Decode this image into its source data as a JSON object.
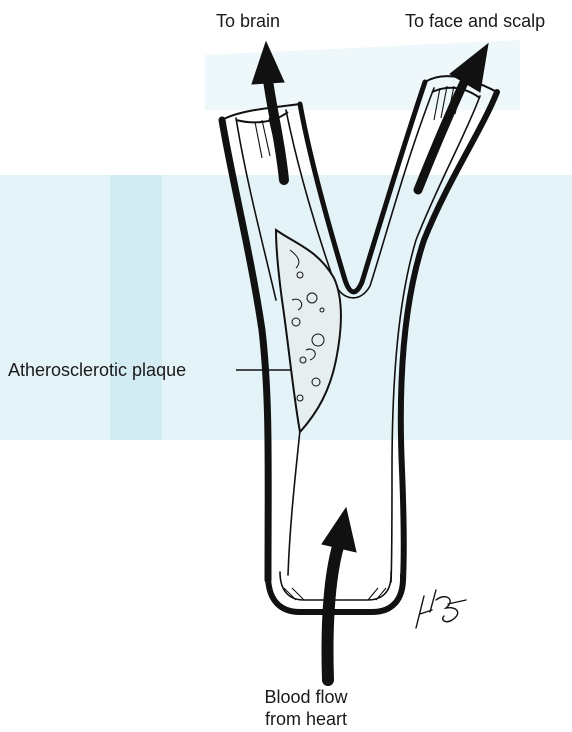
{
  "labels": {
    "to_brain": "To brain",
    "to_face_scalp": "To face and scalp",
    "plaque": "Atherosclerotic plaque",
    "blood_flow_line1": "Blood flow",
    "blood_flow_line2": "from heart"
  },
  "colors": {
    "ink": "#111111",
    "watermark": "#d9eef4",
    "paper": "#ffffff"
  }
}
